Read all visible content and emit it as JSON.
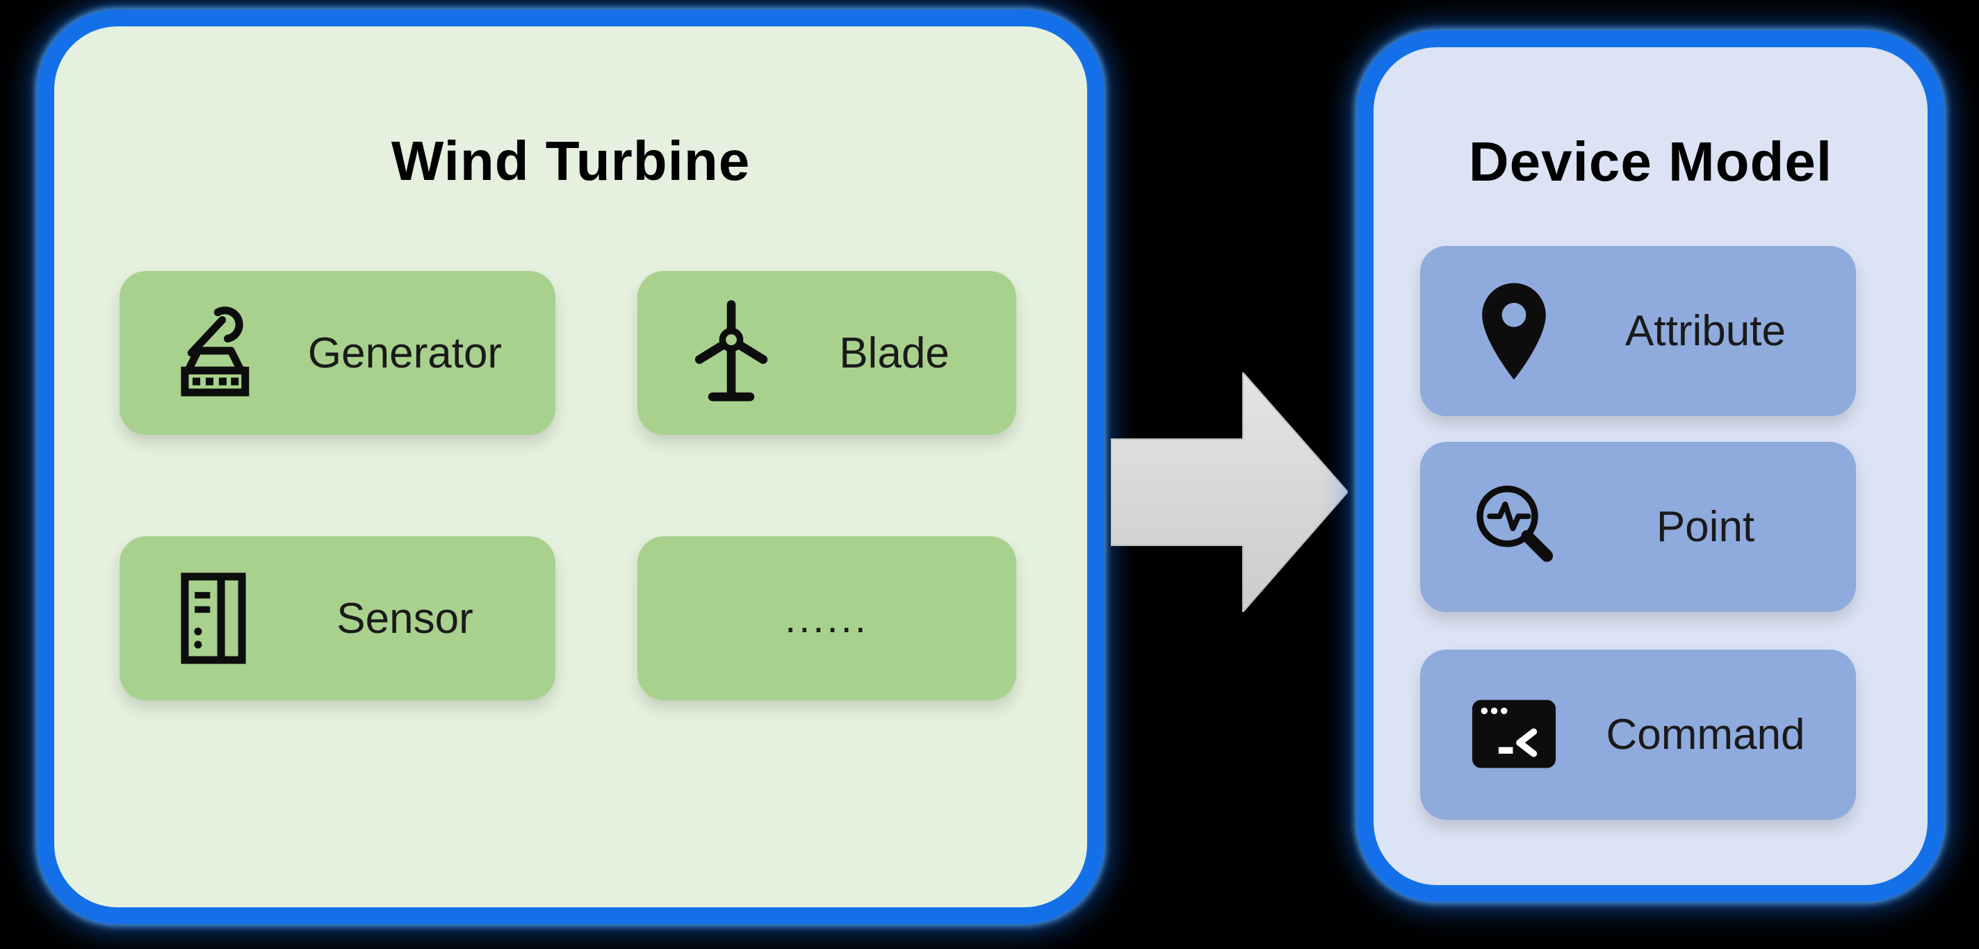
{
  "left_panel": {
    "title": "Wind Turbine",
    "tiles": [
      {
        "label": "Generator",
        "icon": "generator-crane-icon"
      },
      {
        "label": "Blade",
        "icon": "wind-turbine-icon"
      },
      {
        "label": "Sensor",
        "icon": "sensor-device-icon"
      },
      {
        "label": "......",
        "icon": ""
      }
    ]
  },
  "arrow": {
    "direction": "right",
    "fill": "#d9d9d9"
  },
  "right_panel": {
    "title": "Device Model",
    "tiles": [
      {
        "label": "Attribute",
        "icon": "location-pin-icon"
      },
      {
        "label": "Point",
        "icon": "magnifier-waveform-icon"
      },
      {
        "label": "Command",
        "icon": "terminal-window-icon"
      }
    ]
  },
  "colors": {
    "background": "#000000",
    "panel_border": "#1470e8",
    "left_panel_fill": "#e5f1de",
    "left_tile_fill": "#a9d18e",
    "right_panel_fill": "#dbe3f4",
    "right_tile_fill": "#8faadc",
    "arrow_fill": "#d9d9d9",
    "label_text": "#1a1a1a",
    "title_text": "#000000"
  }
}
